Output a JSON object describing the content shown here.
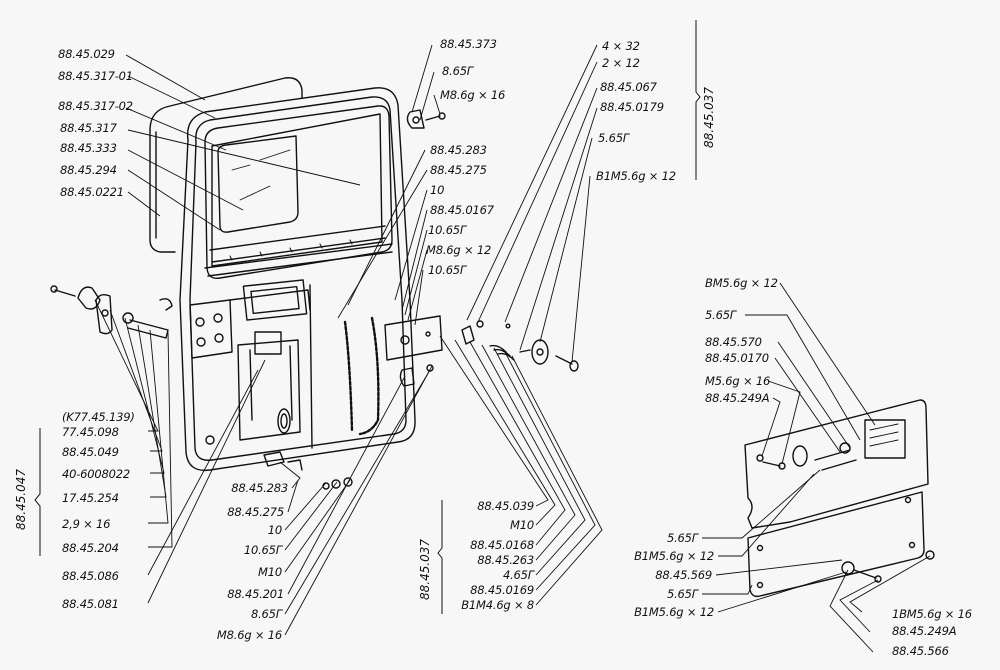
{
  "diagram": {
    "title": "Door assembly exploded view (parts catalogue)",
    "labels": {
      "left_top": [
        "88.45.029",
        "88.45.317-01",
        "88.45.317-02",
        "88.45.317",
        "88.45.333",
        "88.45.294",
        "88.45.0221"
      ],
      "left_bottom": [
        "(K77.45.139)",
        "77.45.098",
        "88.45.049",
        "40-6008022",
        "17.45.254",
        "2,9 × 16",
        "88.45.204",
        "88.45.086",
        "88.45.081"
      ],
      "left_group": "88.45.047",
      "hinge": [
        "88.45.373",
        "8.65Г",
        "M8.6g × 16"
      ],
      "middle": [
        "88.45.283",
        "88.45.275",
        "10",
        "88.45.0167",
        "10.65Г",
        "M8.6g × 12",
        "10.65Г"
      ],
      "lock_top": [
        "4 × 32",
        "2 × 12",
        "88.45.067",
        "88.45.0179",
        "5.65Г",
        "B1M5.6g × 12"
      ],
      "lock_group": "88.45.037",
      "bottom_mid": [
        "88.45.283",
        "88.45.275",
        "10",
        "10.65Г",
        "M10",
        "88.45.201",
        "8.65Г",
        "M8.6g × 16"
      ],
      "bottom_lock": [
        "88.45.039",
        "M10",
        "88.45.0168",
        "88.45.263",
        "4.65Г",
        "88.45.0169",
        "B1M4.6g × 8"
      ],
      "bottom_lock_group": "88.45.037",
      "panel_top": [
        "BM5.6g × 12",
        "5.65Г",
        "88.45.570",
        "88.45.0170",
        "M5.6g × 16",
        "88.45.249A"
      ],
      "panel_left": [
        "5.65Г",
        "B1M5.6g × 12",
        "88.45.569",
        "5.65Г",
        "B1M5.6g × 12"
      ],
      "panel_right": [
        "1BM5.6g × 16",
        "88.45.249A",
        "88.45.566"
      ]
    }
  }
}
